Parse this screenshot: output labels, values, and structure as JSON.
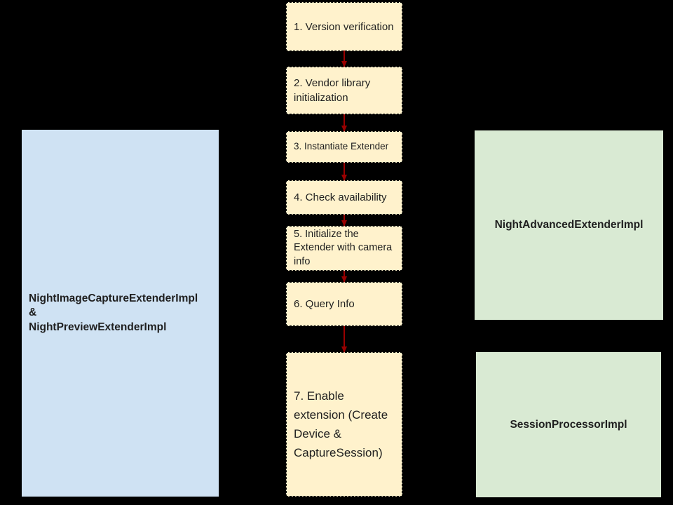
{
  "canvas": {
    "background_color": "#000000",
    "text_color": "#1f1f1f"
  },
  "flow": {
    "box_fill_color": "#fff2cc",
    "box_border_color": "#000000",
    "arrow_color": "#990000",
    "steps": [
      {
        "label": "1. Version verification"
      },
      {
        "label": "2. Vendor library initialization"
      },
      {
        "label": "3. Instantiate Extender"
      },
      {
        "label": "4. Check availability"
      },
      {
        "label": "5. Initialize the Extender with camera info"
      },
      {
        "label": "6. Query Info"
      },
      {
        "label": "7. Enable extension (Create Device & CaptureSession)"
      }
    ]
  },
  "side_boxes": {
    "left": {
      "label": "NightImageCaptureExtenderImpl\n&\nNightPreviewExtenderImpl",
      "fill_color": "#cfe2f3"
    },
    "right_top": {
      "label": "NightAdvancedExtenderImpl",
      "fill_color": "#d9ead3"
    },
    "right_bottom": {
      "label": "SessionProcessorImpl",
      "fill_color": "#d9ead3"
    }
  }
}
